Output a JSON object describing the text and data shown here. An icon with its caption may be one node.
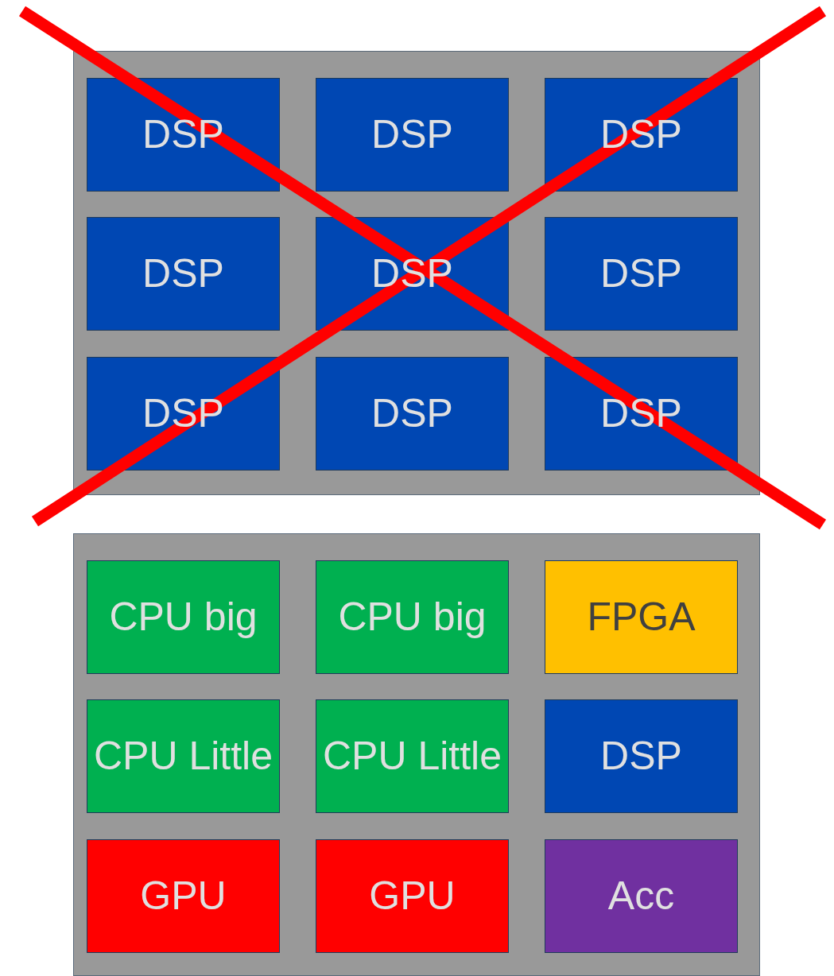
{
  "diagram": {
    "nodes": [
      {
        "text": [],
        "shape": "box"
      },
      {
        "text": [
          "DSP"
        ],
        "in": 0
      },
      {
        "text": [
          "DSP"
        ],
        "in": 0
      },
      {
        "text": [
          "DSP"
        ],
        "in": 0
      },
      {
        "text": [
          "DSP"
        ],
        "in": 0
      },
      {
        "text": [
          "DSP"
        ],
        "in": 0
      },
      {
        "text": [
          "DSP"
        ],
        "in": 0
      },
      {
        "text": [
          "DSP"
        ],
        "in": 0
      },
      {
        "text": [
          "DSP"
        ],
        "in": 0
      },
      {
        "text": [
          "DSP"
        ],
        "in": 0
      },
      {
        "text": [],
        "shape": "box"
      },
      {
        "text": [
          "CPU big"
        ],
        "in": 10
      },
      {
        "text": [
          "CPU big"
        ],
        "in": 10
      },
      {
        "text": [
          "FPGA"
        ],
        "in": 10
      },
      {
        "text": [
          "CPU Little"
        ],
        "in": 10
      },
      {
        "text": [
          "CPU Little"
        ],
        "in": 10
      },
      {
        "text": [
          "DSP"
        ],
        "in": 10
      },
      {
        "text": [
          "GPU"
        ],
        "in": 10
      },
      {
        "text": [
          "GPU"
        ],
        "in": 10
      },
      {
        "text": [
          "Acc"
        ],
        "in": 10
      }
    ]
  }
}
